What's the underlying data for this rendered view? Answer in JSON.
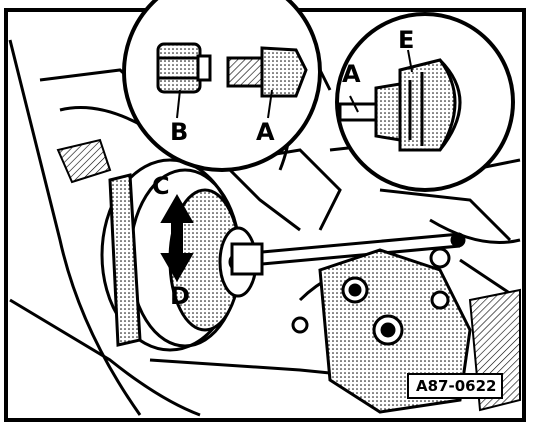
{
  "figure": {
    "labels": {
      "a_detail": "A",
      "b_detail": "B",
      "a_main": "A",
      "e_main": "E",
      "c_pulley": "C",
      "d_pulley": "D"
    },
    "figure_id": "A87-0622",
    "colors": {
      "ink": "#000000",
      "paper": "#ffffff",
      "shade": "#c8c8c8"
    }
  }
}
